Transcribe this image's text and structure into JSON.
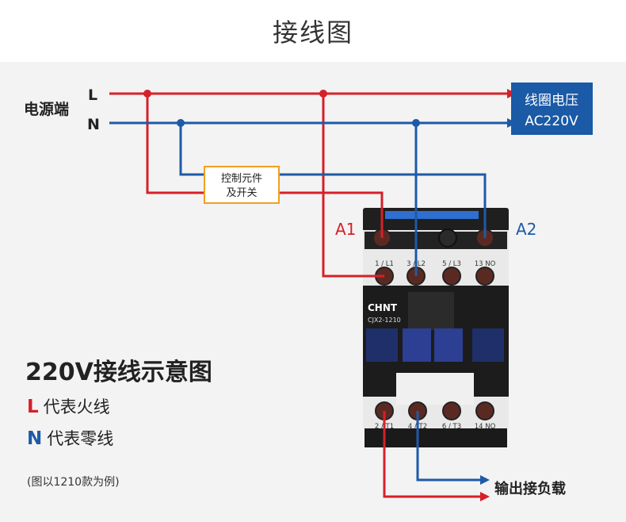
{
  "page": {
    "title": "接线图"
  },
  "power": {
    "label": "电源端",
    "line_l": "L",
    "line_n": "N"
  },
  "coil": {
    "line1": "线圈电压",
    "line2": "AC220V"
  },
  "control": {
    "line1": "控制元件",
    "line2": "及开关"
  },
  "terminals": {
    "a1": "A1",
    "a2": "A2"
  },
  "contactor": {
    "brand": "CHNT",
    "model": "CJX2-1210",
    "top_labels": [
      "1 / L1",
      "3 / L2",
      "5 / L3",
      "13 NO"
    ],
    "bottom_labels": [
      "2 / T1",
      "4 / T2",
      "6 / T3",
      "14 NO"
    ]
  },
  "output": {
    "label": "输出接负载"
  },
  "info": {
    "title": "220V接线示意图",
    "legend": [
      {
        "key": "L",
        "text": "代表火线",
        "color": "#d6202a"
      },
      {
        "key": "N",
        "text": "代表零线",
        "color": "#1e5aa8"
      }
    ],
    "note": "(图以1210款为例)"
  },
  "colors": {
    "live": "#d6202a",
    "neutral": "#1e5aa8",
    "coil_box": "#1a5aa6",
    "control_border": "#f0a020"
  }
}
